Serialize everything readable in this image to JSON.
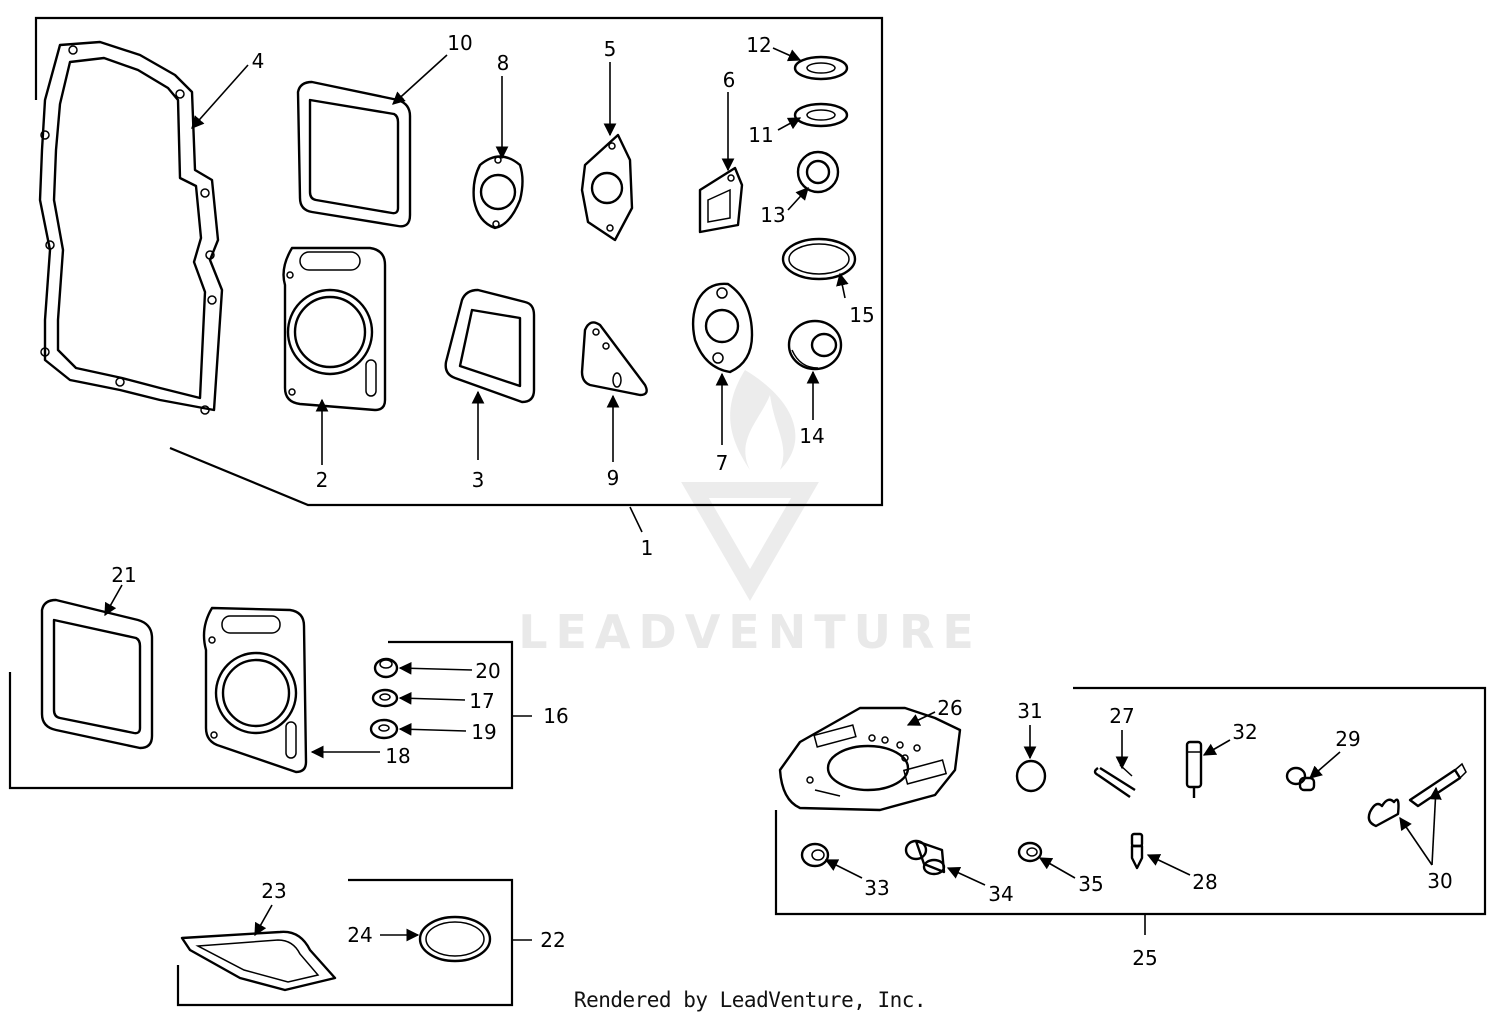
{
  "watermark": {
    "text": "LEADVENTURE",
    "color": "#e9e9e9"
  },
  "footer": {
    "text": "Rendered by LeadVenture, Inc."
  },
  "callouts": {
    "c1": "1",
    "c2": "2",
    "c3": "3",
    "c4": "4",
    "c5": "5",
    "c6": "6",
    "c7": "7",
    "c8": "8",
    "c9": "9",
    "c10": "10",
    "c11": "11",
    "c12": "12",
    "c13": "13",
    "c14": "14",
    "c15": "15",
    "c16": "16",
    "c17": "17",
    "c18": "18",
    "c19": "19",
    "c20": "20",
    "c21": "21",
    "c22": "22",
    "c23": "23",
    "c24": "24",
    "c25": "25",
    "c26": "26",
    "c27": "27",
    "c28": "28",
    "c29": "29",
    "c30": "30",
    "c31": "31",
    "c32": "32",
    "c33": "33",
    "c34": "34",
    "c35": "35"
  }
}
